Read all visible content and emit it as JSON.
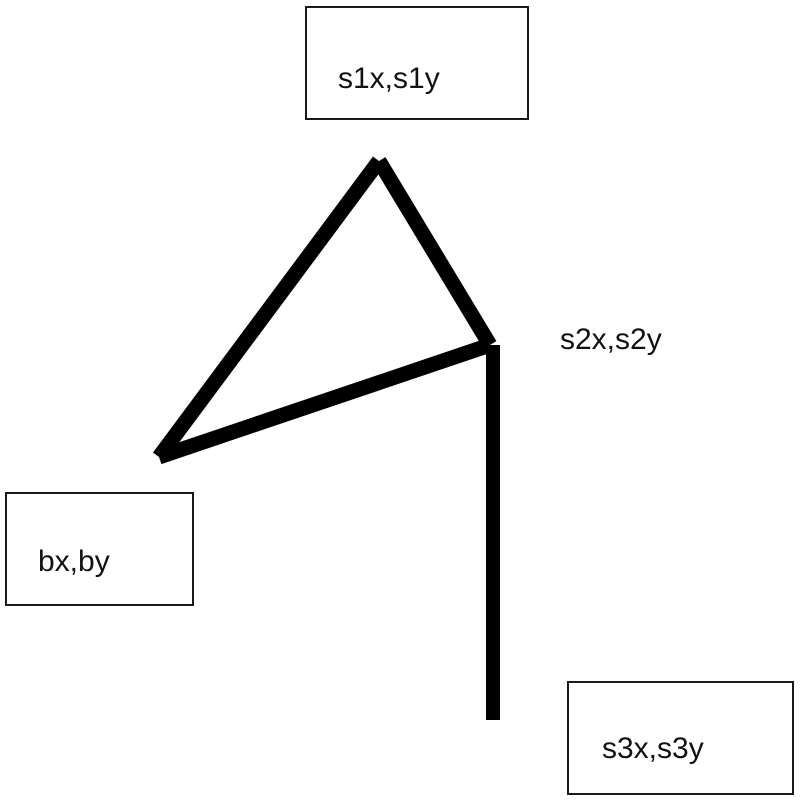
{
  "labels": {
    "s1": "s1x,s1y",
    "s2": "s2x,s2y",
    "s3": "s3x,s3y",
    "b": "bx,by"
  },
  "colors": {
    "stroke": "#000000",
    "box_border": "#1a1a1a",
    "text": "#111111",
    "background": "#ffffff"
  }
}
